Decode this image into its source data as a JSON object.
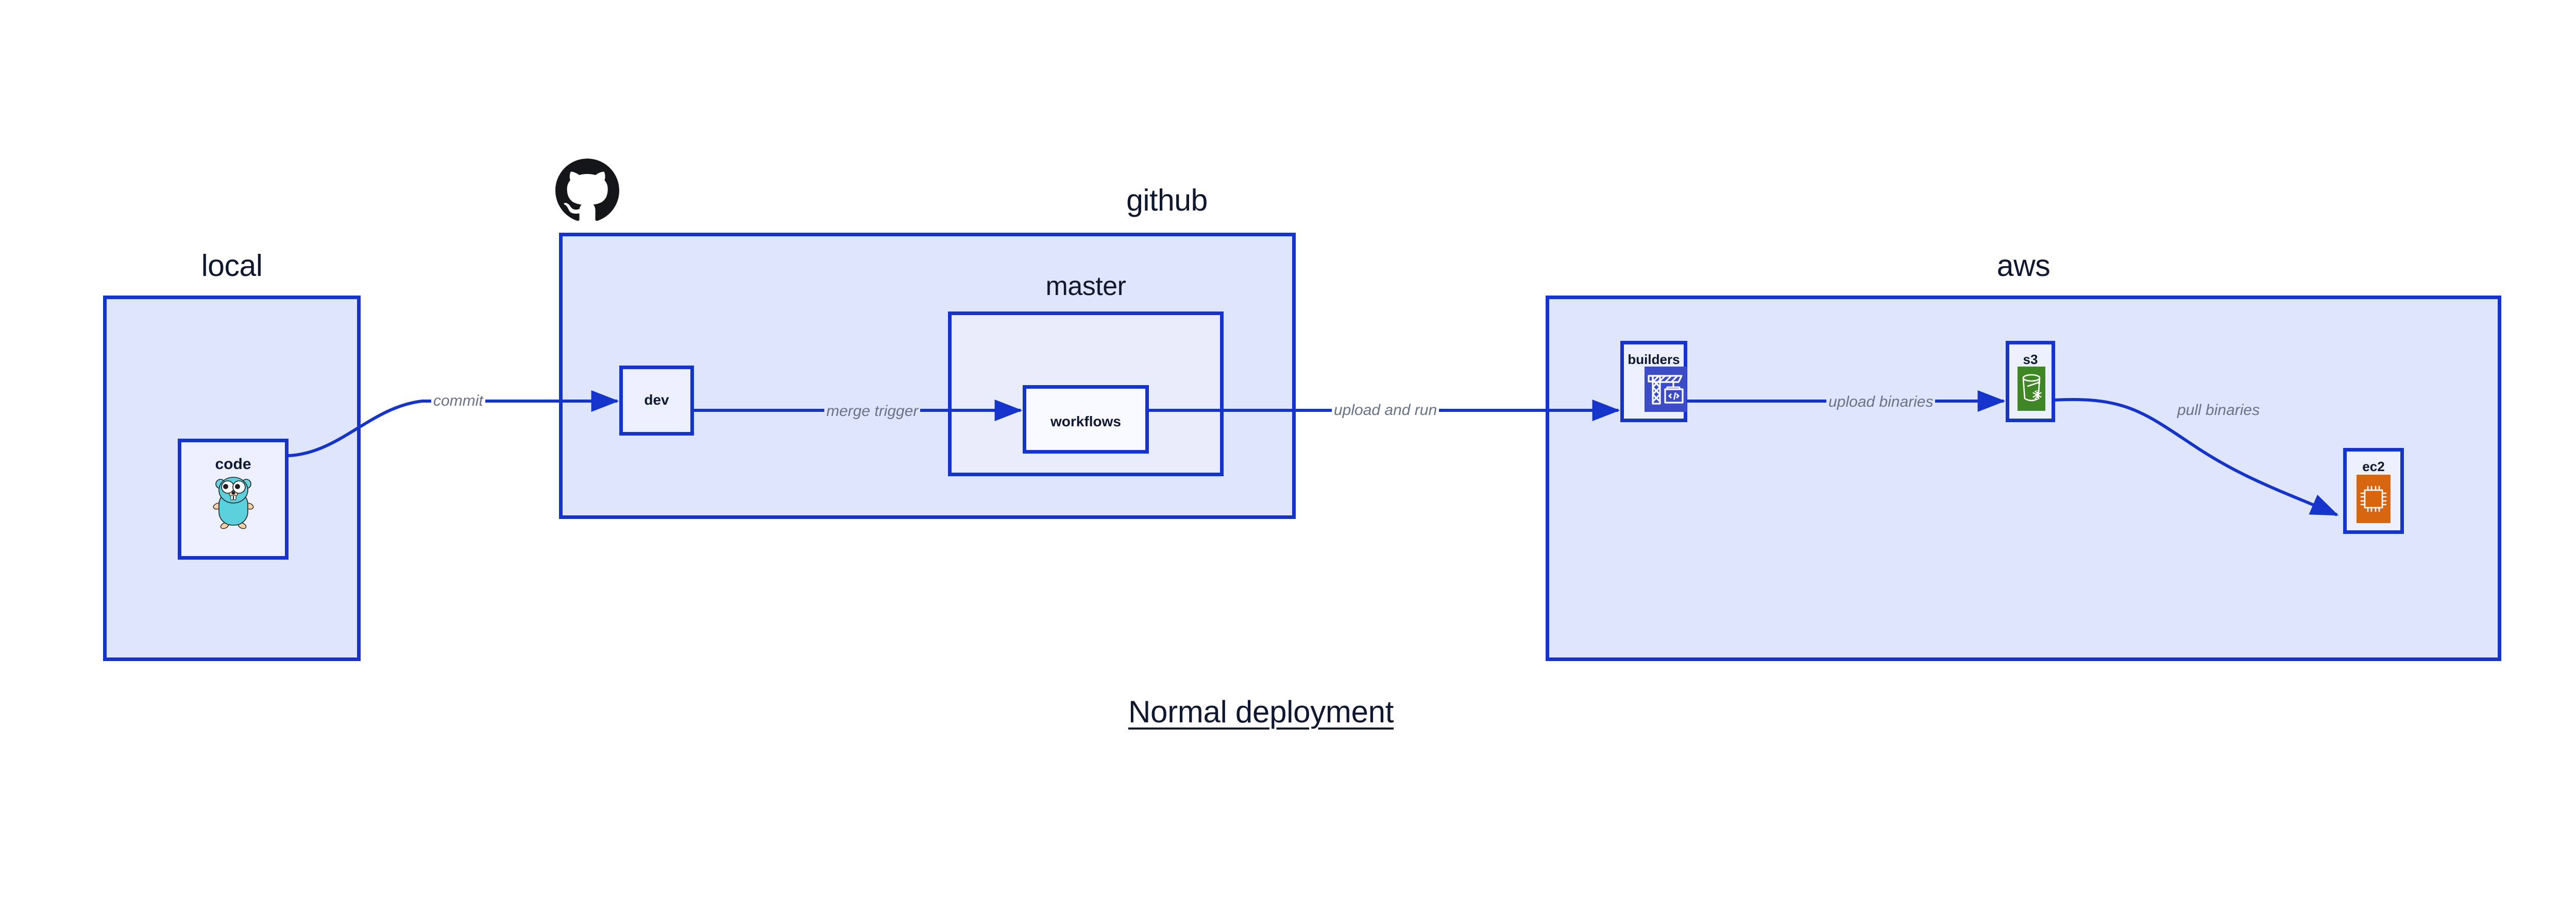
{
  "diagram": {
    "title": "Normal deployment",
    "accent_border": "#1434cb",
    "group_fill": "#dfe5fa",
    "subgroup_fill": "#e9edfb",
    "node_fill": "#ecf0fc",
    "label_color": "#10182f",
    "edge_label_color": "#6a7287"
  },
  "groups": [
    {
      "id": "local",
      "label": "local"
    },
    {
      "id": "github",
      "label": "github"
    },
    {
      "id": "aws",
      "label": "aws"
    }
  ],
  "subgroups": [
    {
      "id": "master",
      "label": "master"
    }
  ],
  "nodes": [
    {
      "id": "code",
      "label": "code",
      "icon": "go-gopher-icon",
      "group": "local"
    },
    {
      "id": "dev",
      "label": "dev",
      "icon": null,
      "group": "github"
    },
    {
      "id": "workflows",
      "label": "workflows",
      "icon": null,
      "group": "master"
    },
    {
      "id": "builders",
      "label": "builders",
      "icon": "aws-codebuild-crane-icon",
      "group": "aws",
      "icon_color": "#3c4cc6"
    },
    {
      "id": "s3",
      "label": "s3",
      "icon": "aws-s3-bucket-snowflake-icon",
      "group": "aws",
      "icon_color": "#3f8624"
    },
    {
      "id": "ec2",
      "label": "ec2",
      "icon": "aws-ec2-cpu-chip-icon",
      "group": "aws",
      "icon_color": "#d8650f"
    }
  ],
  "edges": [
    {
      "id": "commit",
      "label": "commit",
      "from": "code",
      "to": "dev"
    },
    {
      "id": "merge-trigger",
      "label": "merge trigger",
      "from": "dev",
      "to": "workflows"
    },
    {
      "id": "upload-and-run",
      "label": "upload and run",
      "from": "workflows",
      "to": "builders"
    },
    {
      "id": "upload-binaries",
      "label": "upload binaries",
      "from": "builders",
      "to": "s3"
    },
    {
      "id": "pull-binaries",
      "label": "pull binaries",
      "from": "s3",
      "to": "ec2"
    }
  ],
  "logos": [
    {
      "id": "github-logo",
      "name": "github-octocat-logo"
    }
  ]
}
